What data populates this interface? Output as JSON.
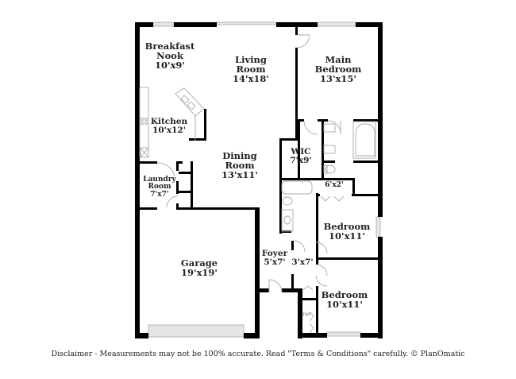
{
  "plan": {
    "rooms": [
      {
        "id": "breakfast-nook",
        "name_lines": [
          "Breakfast",
          "Nook"
        ],
        "dims": "10'x9'"
      },
      {
        "id": "living-room",
        "name_lines": [
          "Living",
          "Room"
        ],
        "dims": "14'x18'"
      },
      {
        "id": "main-bedroom",
        "name_lines": [
          "Main",
          "Bedroom"
        ],
        "dims": "13'x15'"
      },
      {
        "id": "kitchen",
        "name_lines": [
          "Kitchen"
        ],
        "dims": "10'x12'"
      },
      {
        "id": "wic",
        "name_lines": [
          "WIC"
        ],
        "dims": "7'x9'"
      },
      {
        "id": "dining-room",
        "name_lines": [
          "Dining",
          "Room"
        ],
        "dims": "13'x11'"
      },
      {
        "id": "laundry-room",
        "name_lines": [
          "Laundry",
          "Room"
        ],
        "dims": "7'x7'"
      },
      {
        "id": "closet-hall",
        "name_lines": [],
        "dims": "6'x2'"
      },
      {
        "id": "bedroom-2",
        "name_lines": [
          "Bedroom"
        ],
        "dims": "10'x11'"
      },
      {
        "id": "garage",
        "name_lines": [
          "Garage"
        ],
        "dims": "19'x19'"
      },
      {
        "id": "foyer",
        "name_lines": [
          "Foyer"
        ],
        "dims": "5'x7'"
      },
      {
        "id": "hall",
        "name_lines": [],
        "dims": "3'x7'"
      },
      {
        "id": "bedroom-3",
        "name_lines": [
          "Bedroom"
        ],
        "dims": "10'x11'"
      },
      {
        "id": "closet-small",
        "name_lines": [],
        "dims": "6'x3'"
      }
    ],
    "colors": {
      "wall": "#000000",
      "fixture": "#bbbbbb",
      "window": "#cccccc",
      "text": "#222222",
      "background": "#ffffff"
    }
  },
  "footer": {
    "disclaimer": "Disclaimer - Measurements may not be 100% accurate. Read \"Terms & Conditions\" carefully. © PlanOmatic"
  }
}
